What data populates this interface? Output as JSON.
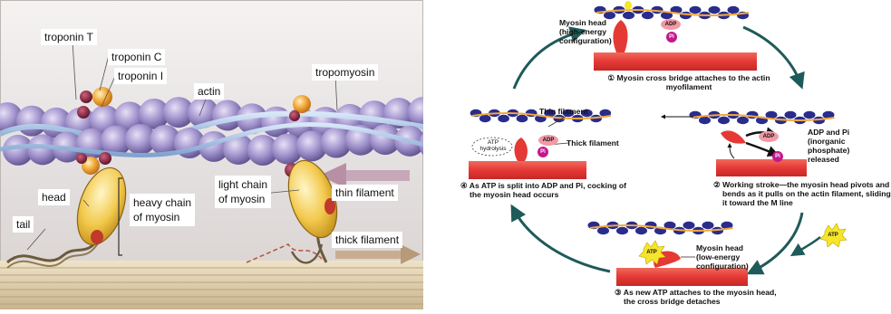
{
  "left_panel": {
    "labels": {
      "troponin_t": "troponin T",
      "troponin_c": "troponin C",
      "troponin_i": "troponin I",
      "actin": "actin",
      "tropomyosin": "tropomyosin",
      "head": "head",
      "tail": "tail",
      "heavy_chain_1": "heavy chain",
      "heavy_chain_2": "of myosin",
      "light_chain_1": "light chain",
      "light_chain_2": "of myosin",
      "thin_filament": "thin filament",
      "thick_filament": "thick filament"
    }
  },
  "right_panel": {
    "step1": {
      "callout_1": "Myosin head",
      "callout_2": "(high-energy",
      "callout_3": "configuration)",
      "caption_1": "① Myosin cross bridge attaches to the actin",
      "caption_2": "myofilament",
      "adp": "ADP",
      "pi": "Pi"
    },
    "step2": {
      "adp_pi_1": "ADP and Pi",
      "adp_pi_2": "(inorganic",
      "adp_pi_3": "phosphate)",
      "adp_pi_4": "released",
      "caption_1": "② Working stroke—the myosin head pivots and",
      "caption_2": "bends as it pulls on the actin filament, sliding",
      "caption_3": "it toward the M line",
      "adp": "ADP",
      "pi": "Pi"
    },
    "step3": {
      "callout_1": "Myosin head",
      "callout_2": "(low-energy",
      "callout_3": "configuration)",
      "caption_1": "③ As new ATP attaches to the myosin head,",
      "caption_2": "the cross bridge detaches",
      "atp": "ATP",
      "free_atp": "ATP"
    },
    "step4": {
      "thin_filament": "Thin filament",
      "thick_filament": "Thick filament",
      "atp_hydrolysis_1": "ATP",
      "atp_hydrolysis_2": "hydrolysis",
      "caption_1": "④ As ATP is split into ADP and Pi, cocking of",
      "caption_2": "the myosin head occurs",
      "adp": "ADP",
      "pi": "Pi"
    }
  },
  "colors": {
    "actin_bead": "#9b8cc4",
    "tropomyosin": "#a7c4e8",
    "troponin_orange": "#f3a93a",
    "troponin_red": "#8a1f3a",
    "myosin_head": "#f2c94c",
    "thick_filament_left": "#e3d5b8",
    "actin_blue": "#2a2c8c",
    "thick_filament_right": "#e53935",
    "cycle_arrow": "#1f5a5a",
    "adp_pink": "#f19aa6",
    "pi_purple": "#c2188c",
    "atp_yellow": "#f6e52a"
  }
}
